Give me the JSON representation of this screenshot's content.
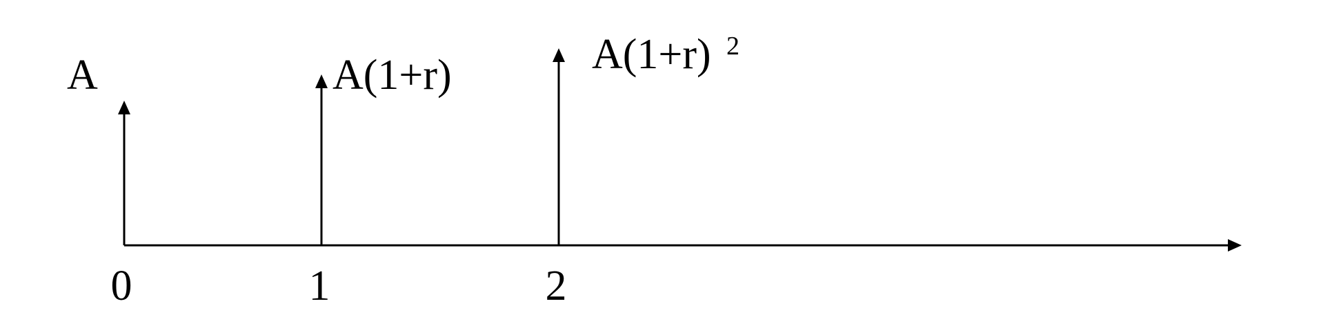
{
  "diagram": {
    "axis": {
      "ticks": [
        "0",
        "1",
        "2"
      ]
    },
    "arrows": [
      {
        "period": "0",
        "label": "A",
        "superscript": ""
      },
      {
        "period": "1",
        "label": "A(1+r)",
        "superscript": ""
      },
      {
        "period": "2",
        "label": "A(1+r)",
        "superscript": "2"
      }
    ],
    "colors": {
      "line": "#000000",
      "background": "#ffffff"
    }
  }
}
